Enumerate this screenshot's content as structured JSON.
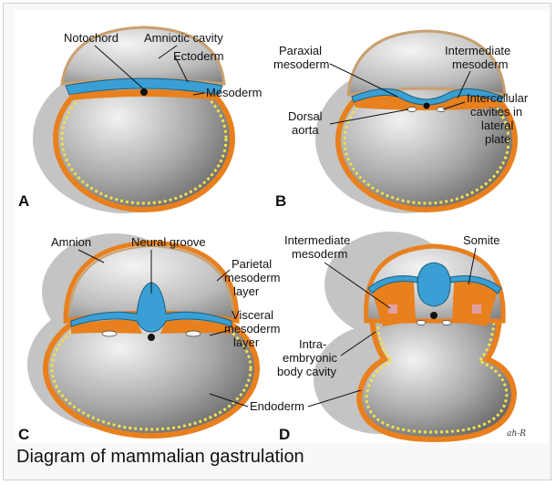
{
  "caption": "Diagram of mammalian gastrulation",
  "panels": {
    "a": {
      "letter": "A",
      "labels": {
        "notochord": "Notochord",
        "amniotic_cavity": "Amniotic cavity",
        "ectoderm": "Ectoderm",
        "mesoderm": "Mesoderm"
      }
    },
    "b": {
      "letter": "B",
      "labels": {
        "paraxial_1": "Paraxial",
        "paraxial_2": "mesoderm",
        "intermediate_1": "Intermediate",
        "intermediate_2": "mesoderm",
        "intercellular_1": "Intercellular",
        "intercellular_2": "cavities in",
        "intercellular_3": "lateral",
        "intercellular_4": "plate",
        "dorsal_1": "Dorsal",
        "dorsal_2": "aorta"
      }
    },
    "c": {
      "letter": "C",
      "labels": {
        "amnion": "Amnion",
        "neural_groove": "Neural groove",
        "parietal_1": "Parietal",
        "parietal_2": "mesoderm",
        "parietal_3": "layer",
        "visceral_1": "Visceral",
        "visceral_2": "mesoderm",
        "visceral_3": "layer"
      }
    },
    "d": {
      "letter": "D",
      "labels": {
        "intermediate_1": "Intermediate",
        "intermediate_2": "mesoderm",
        "somite": "Somite",
        "intra_1": "Intra-",
        "intra_2": "embryonic",
        "intra_3": "body cavity",
        "endoderm": "Endoderm"
      },
      "signature": "ah-R"
    }
  },
  "colors": {
    "ectoderm": "#3a9fd4",
    "mesoderm": "#e8801e",
    "endoderm_dots": "#f2e14a",
    "amnion_membrane": "#c8a070",
    "notochord": "#111111",
    "shadow": "#b8b8b8"
  }
}
